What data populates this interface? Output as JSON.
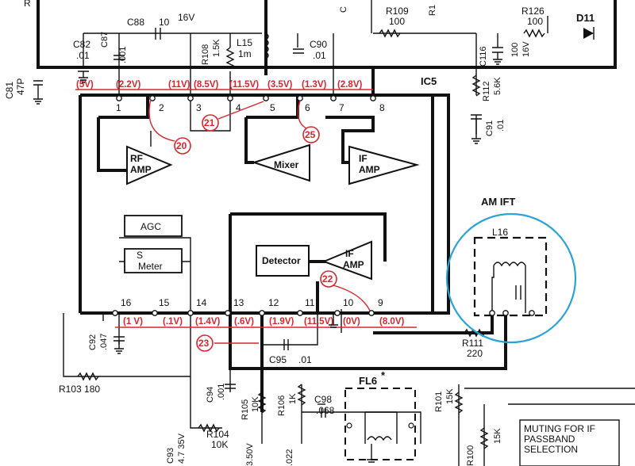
{
  "ic": "IC5",
  "blocks": {
    "rf_amp": [
      "RF",
      "AMP"
    ],
    "mixer": "Mixer",
    "if_amp1": [
      "IF",
      "AMP"
    ],
    "if_amp2": [
      "IF",
      "AMP"
    ],
    "detector": "Detector",
    "agc": "AGC",
    "smeter": [
      "S",
      "Meter"
    ]
  },
  "pins_top": [
    "1",
    "2",
    "3",
    "4",
    "5",
    "6",
    "7",
    "8"
  ],
  "pins_bottom": [
    "16",
    "15",
    "14",
    "13",
    "12",
    "11",
    "10",
    "9"
  ],
  "voltages_top": [
    "(5V)",
    "(2.2V)",
    "(11V)",
    "(8.5V)",
    "(11.5V)",
    "(3.5V)",
    "(1.3V)",
    "(2.8V)"
  ],
  "voltages_bottom": [
    "(1 V)",
    "(.1V)",
    "(1.4V)",
    "(.6V)",
    "(1.9V)",
    "(11.5V)",
    "(0V)",
    "(8.0V)"
  ],
  "markers": [
    "20",
    "21",
    "25",
    "22",
    "23"
  ],
  "components": {
    "c88": "C88",
    "c88_val": "10",
    "c88_v": "16V",
    "c82": "C82",
    "c82_val": ".01",
    "c87": "C87",
    "c87_val": ".001",
    "r108": "R108",
    "r108_val": "1.5K",
    "l15": "L15",
    "l15_val": "1m",
    "c90": "C90",
    "c90_val": ".01",
    "c81": "C81",
    "c81_val": "47P",
    "r109": "R109",
    "r109_val": "100",
    "r126": "R126",
    "r126_val": "100",
    "d11": "D11",
    "c116": "C116",
    "c116_val": "100",
    "c116_v": "16V",
    "r112": "R112",
    "r112_val": "5.6K",
    "c91": "C91",
    "c91_val": ".01",
    "c92": "C92",
    "c92_val": ".047",
    "r103": "R103 180",
    "c94": "C94",
    "c94_val": ".001",
    "r105": "R105",
    "r105_val": "10K",
    "r106": "R106",
    "r106_val": "1K",
    "c98": "C98",
    "c98_val": ".068",
    "c95": "C95",
    "c95_val": ".01",
    "r111": "R111",
    "r111_val": "220",
    "r104": "R104",
    "r104_val": "10K",
    "c93": "C93",
    "c93_val": "4.7 35V",
    "c96_val": "3.50V",
    "c97_val": ".022",
    "r101": "R101",
    "r101_val": "15K",
    "r100": "R100",
    "r100_val": "15K",
    "fl6": "FL6",
    "fl6_mark": "*",
    "l16": "L16",
    "am_ift": "AM  IFT",
    "mute_note": [
      "MUTING FOR IF",
      "PASSBAND",
      "SELECTION"
    ],
    "top_partial_1": "R",
    "top_partial_2": "R1",
    "top_partial_3": "C"
  },
  "colors": {
    "ink": "#111111",
    "annotation_red": "#d8262d",
    "highlight_circle": "#2ba3d9"
  }
}
